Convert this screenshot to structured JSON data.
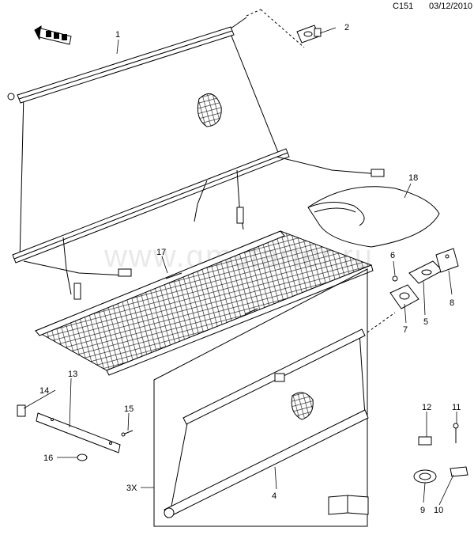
{
  "header": {
    "code": "C151",
    "date": "03/12/2010"
  },
  "watermark": "www.gmstarter.ru",
  "callouts": {
    "c1": "1",
    "c2": "2",
    "c4": "4",
    "c5": "5",
    "c6": "6",
    "c7": "7",
    "c8": "8",
    "c9": "9",
    "c10": "10",
    "c11": "11",
    "c12": "12",
    "c13": "13",
    "c14": "14",
    "c15": "15",
    "c16": "16",
    "c17": "17",
    "c18": "18",
    "qty": "3X"
  },
  "colors": {
    "line": "#000000",
    "fill": "#ffffff",
    "shade": "#dcdcdc"
  }
}
